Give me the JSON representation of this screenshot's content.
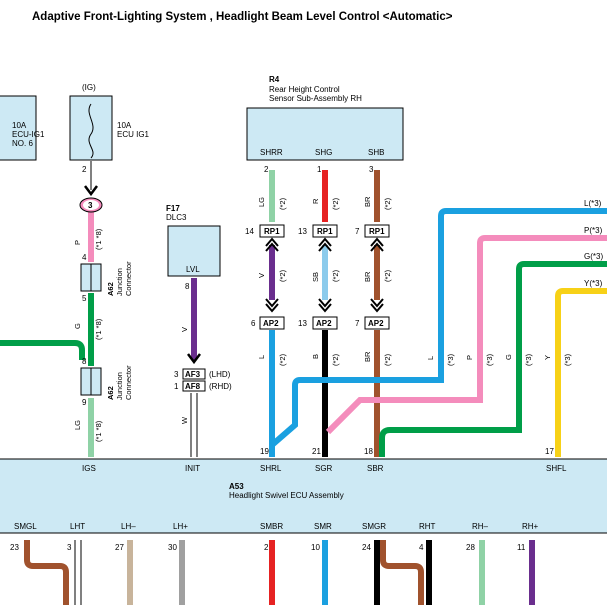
{
  "title": "Adaptive Front-Lighting System , Headlight Beam Level Control <Automatic>",
  "ig_label": "(IG)",
  "fuse_ecu_ig1_no6": {
    "amp": "10A",
    "name": "ECU-IG1",
    "sub": "NO. 6"
  },
  "fuse_ecu_ig1": {
    "amp": "10A",
    "name": "ECU IG1",
    "pin": "2"
  },
  "r4": {
    "code": "R4",
    "name1": "Rear Height Control",
    "name2": "Sensor Sub-Assembly RH",
    "pins": [
      "SHRR",
      "SHG",
      "SHB"
    ],
    "pin_nums": [
      "2",
      "1",
      "3"
    ]
  },
  "f17": {
    "code": "F17",
    "name": "DLC3",
    "pin_label": "LVL",
    "pin_num": "8"
  },
  "a62": {
    "code": "A62",
    "name1": "Junction",
    "name2": "Connector"
  },
  "a53": {
    "code": "A53",
    "name": "Headlight Swivel ECU Assembly",
    "top_pins": [
      "IGS",
      "INIT",
      "SHRL",
      "SGR",
      "SBR",
      "SHFL"
    ],
    "top_nums": [
      "19",
      "21",
      "18",
      "17"
    ],
    "bottom_pins": [
      "SMGL",
      "LHT",
      "LH–",
      "LH+",
      "SMBR",
      "SMR",
      "SMGR",
      "RHT",
      "RH–",
      "RH+"
    ],
    "bottom_nums": [
      "23",
      "3",
      "27",
      "30",
      "2",
      "10",
      "24",
      "4",
      "28",
      "11"
    ]
  },
  "splice_3": "3",
  "jc_pins": [
    "4",
    "5",
    "8",
    "9"
  ],
  "relay_rp1": "RP1",
  "relay_ap2": "AP2",
  "rp1_nums": [
    "14",
    "13",
    "7"
  ],
  "ap2_nums": [
    "6",
    "13",
    "7"
  ],
  "af_connectors": [
    {
      "label": "AF3",
      "num": "3",
      "note": "(LHD)"
    },
    {
      "label": "AF8",
      "num": "1",
      "note": "(RHD)"
    }
  ],
  "wire_colors": {
    "P": "P",
    "G": "G",
    "LG": "LG",
    "V": "V",
    "W": "W",
    "L": "L",
    "R": "R",
    "B": "B",
    "BR": "BR",
    "SB": "SB",
    "Y": "Y"
  },
  "notes": {
    "n1_8": "(*1 *8)",
    "n2": "(*2)",
    "n3": "(*3)"
  },
  "right_labels": [
    "L(*3)",
    "P(*3)",
    "G(*3)",
    "Y(*3)"
  ]
}
